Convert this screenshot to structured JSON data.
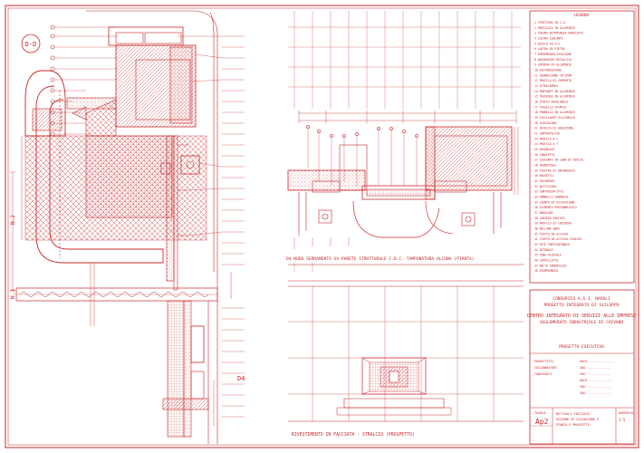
{
  "colors": {
    "ink": "#c8282a",
    "paper": "#ffffff",
    "hatch": "#d94a4a"
  },
  "detail_marker": "D-D",
  "legend": {
    "title": "LEGENDA",
    "items": [
      "1   STRUTTURA IN C.A.",
      "2   PROFILATO IN ALLUMINIO",
      "3   GUAINA BITUMINOSA ARDESIATA",
      "4   LASTRA ISOLANTE",
      "5   BLOCCO IN CLS",
      "6   LASTRA DI PIETRA",
      "7   IMPERMEABILIZZAZIONE",
      "8   ANCORAGGIO METALLICO",
      "9   LAMIERA DI ALLUMINIO",
      "10  DISTANZIATORE",
      "11  GUARNIZIONE IN EPDM",
      "12  PROFILO DI SUPPORTO",
      "13  VETROCAMERA",
      "14  MONTANTE IN ALLUMINIO",
      "15  TRAVERSO IN ALLUMINIO",
      "16  STAFFA REGOLABILE",
      "17  TASSELLO CHIMICO",
      "18  PANNELLO IN ALLUMINIO",
      "19  SIGILLANTE SILICONICO",
      "20  SCOSSALINA",
      "21  GRIGLIA DI AREAZIONE",
      "22  CONTROTELAIO",
      "23  PROFILO A L",
      "24  PROFILO A T",
      "25  DAVANZALE",
      "26  CANALETTA",
      "27  ISOLANTE IN LANA DI ROCCIA",
      "28  FRANGISOLE",
      "29  PIASTRA DI ANCORAGGIO",
      "30  MASSETTO",
      "31  PAVIMENTO",
      "32  BATTISCOPA",
      "33  CONTROSOFFITTO",
      "34  PANNELLO SANDWICH",
      "35  GIUNTO DI DILATAZIONE",
      "36  ELEMENTO PREFABBRICATO",
      "37  ANGOLARE",
      "38  LAMIERA GRECATA",
      "39  PROFILO DI CHIUSURA",
      "40  BULLONE INOX",
      "41  PIATTO IN ACCIAIO",
      "42  STAFFA IN ACCIAIO ZINCATO",
      "43  RETE PORTAINTONACO",
      "44  INTONACO",
      "45  TUBO PLUVIALE",
      "46  CAPPELLOTTO",
      "47  MALTA CEMENTIZIA",
      "48  RIEMPIMENTO"
    ]
  },
  "titleblock": {
    "client1": "CONSORZIO A.S.I. NAPOLI",
    "client2": "PROGETTO INTEGRATO DI SVILUPPO",
    "project1": "CENTRO INTEGRATO DI SERVIZI ALLE IMPRESE",
    "project2": "AGGLOMERATO INDUSTRIALE DI CAIVANO",
    "phase": "PROGETTO ESECUTIVO",
    "credits": [
      [
        "PROGETTISTI",
        "ARCH.  ......   ......"
      ],
      [
        "COLLABORATORI",
        "ING.  ......   ......"
      ],
      [
        "CONSULENTI",
        "ING.  ......   ......"
      ],
      [
        "",
        "ARCH.  ......   ......"
      ],
      [
        "",
        "ING.  ......   ......"
      ],
      [
        "",
        "ING.  ......   ......"
      ]
    ],
    "tav_label": "TAVOLA",
    "tav_number": "Ap2",
    "desc1": "DETTAGLI FACCIATA",
    "desc2": "SEZIONE DI ELEVAZIONE E",
    "desc3": "PIANTA E PROSPETTO",
    "scale_label": "RAPPORTO",
    "scale": "1:5"
  },
  "captions": {
    "plan": "D4 NODO SERRAMENTO SU PARETE STRUTTURALE C.D.C. TAMPONATURA ALCUNA (PIANTA)",
    "elevation": "RIVESTIMENTO IN FACCIATA - STRALCIO (PROSPETTO)"
  },
  "levels": {
    "level1": "N.2",
    "level2": "N.1",
    "section_mark": "D4"
  }
}
